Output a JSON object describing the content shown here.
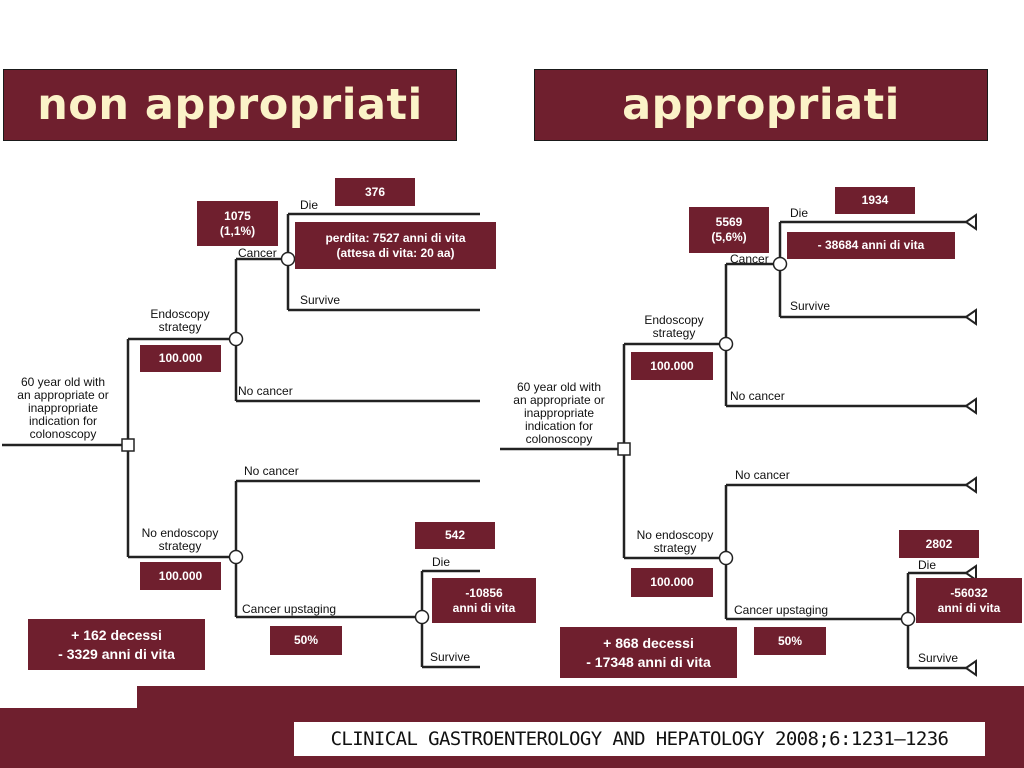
{
  "headers": {
    "left": "non appropriati",
    "right": "appropriati"
  },
  "tree_labels": {
    "root": "60 year old with\nan appropriate or\ninappropriate\nindication for\ncolonoscopy",
    "endoscopy": "Endoscopy\nstrategy",
    "no_endoscopy": "No endoscopy\nstrategy",
    "cancer": "Cancer",
    "no_cancer": "No cancer",
    "die": "Die",
    "survive": "Survive",
    "cancer_upstaging": "Cancer upstaging"
  },
  "left": {
    "die_count": "376",
    "cancer_count": "1075\n(1,1%)",
    "loss": "perdita: 7527 anni di vita\n(attesa di vita: 20 aa)",
    "endoscopy_n": "100.000",
    "no_endoscopy_n": "100.000",
    "upstaging_die": "542",
    "upstaging_loss": "-10856\nanni di vita",
    "upstaging_pct": "50%",
    "summary": "+ 162 decessi\n- 3329 anni di vita"
  },
  "right": {
    "die_count": "1934",
    "cancer_count": "5569\n(5,6%)",
    "loss": "-  38684 anni di vita",
    "endoscopy_n": "100.000",
    "no_endoscopy_n": "100.000",
    "upstaging_die": "2802",
    "upstaging_loss": "-56032\nanni di vita",
    "upstaging_pct": "50%",
    "summary": "+ 868 decessi\n- 17348 anni di vita"
  },
  "citation": "CLINICAL GASTROENTEROLOGY AND HEPATOLOGY 2008;6:1231–1236",
  "colors": {
    "maroon": "#6f1f2e",
    "header_text": "#fbf3c8"
  }
}
